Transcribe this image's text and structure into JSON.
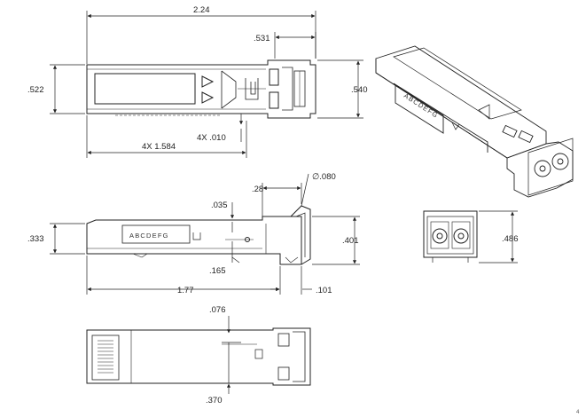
{
  "diagram": {
    "top_view": {
      "overall_length": "2.24",
      "width": ".522",
      "overall_width": ".540",
      "nose_length": ".531",
      "hole_count_dia": "4X .010",
      "hole_spacing": "4X 1.584"
    },
    "side_view": {
      "latch_height": ".035",
      "latch_offset": ".28",
      "pull_dia": "∅.080",
      "body_height": ".333",
      "total_height": ".401",
      "label_offset": ".165",
      "length_to_latch": "1.77",
      "latch_width": ".101",
      "label_text": "ABCDEFG"
    },
    "front_view": {
      "height": ".486"
    },
    "bottom_view": {
      "pad_height": ".076",
      "pad_offset": ".370"
    },
    "iso_view": {
      "label_text": "ABCDEFG"
    },
    "page_number": "4"
  }
}
